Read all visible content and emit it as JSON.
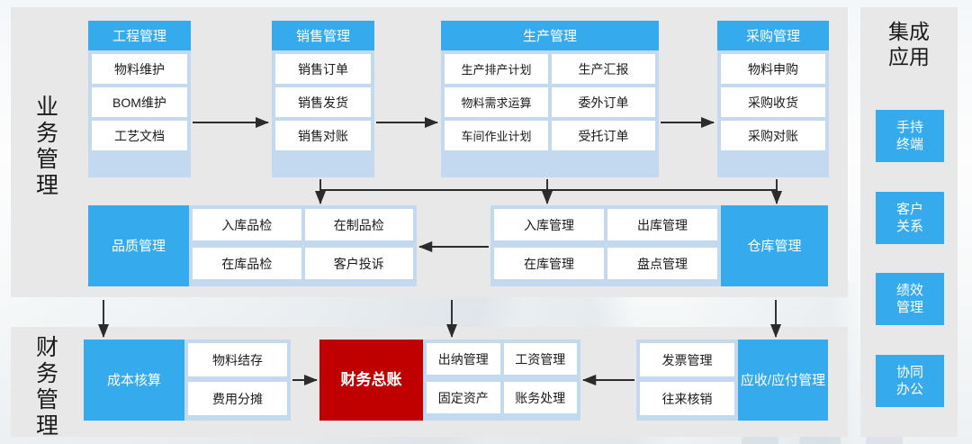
{
  "bands": {
    "business": "业务管理",
    "finance": "财务管理"
  },
  "apps": {
    "title": "集成\n应用",
    "title_line1": "集成",
    "title_line2": "应用",
    "buttons": [
      {
        "line1": "手持",
        "line2": "终端"
      },
      {
        "line1": "客户",
        "line2": "关系"
      },
      {
        "line1": "绩效",
        "line2": "管理"
      },
      {
        "line1": "协同",
        "line2": "办公"
      }
    ]
  },
  "cards": {
    "engineering": {
      "title": "工程管理",
      "items": [
        "物料维护",
        "BOM维护",
        "工艺文档"
      ]
    },
    "sales": {
      "title": "销售管理",
      "items": [
        "销售订单",
        "销售发货",
        "销售对账"
      ]
    },
    "production": {
      "title": "生产管理",
      "items": [
        "生产排产计划",
        "生产汇报",
        "物料需求运算",
        "委外订单",
        "车间作业计划",
        "受托订单"
      ]
    },
    "purchase": {
      "title": "采购管理",
      "items": [
        "物料申购",
        "采购收货",
        "采购对账"
      ]
    },
    "quality": {
      "title": "品质管理",
      "items": [
        "入库品检",
        "在制品检",
        "在库品检",
        "客户投诉"
      ]
    },
    "warehouse": {
      "title": "仓库管理",
      "items": [
        "入库管理",
        "出库管理",
        "在库管理",
        "盘点管理"
      ]
    },
    "cost": {
      "title": "成本核算",
      "items": [
        "物料结存",
        "费用分摊"
      ]
    },
    "ledger": {
      "title": "财务总账",
      "items": [
        "出纳管理",
        "工资管理",
        "固定资产",
        "账务处理"
      ]
    },
    "receivable": {
      "title": "应收/应付\n管理",
      "title_line1": "应收/应付",
      "title_line2": "管理",
      "items": [
        "发票管理",
        "往来核销"
      ]
    }
  },
  "colors": {
    "accent_blue": "#35abee",
    "card_body_blue": "#c3d9f0",
    "accent_red": "#c00000",
    "panel_gray": "#e8e8e8"
  }
}
